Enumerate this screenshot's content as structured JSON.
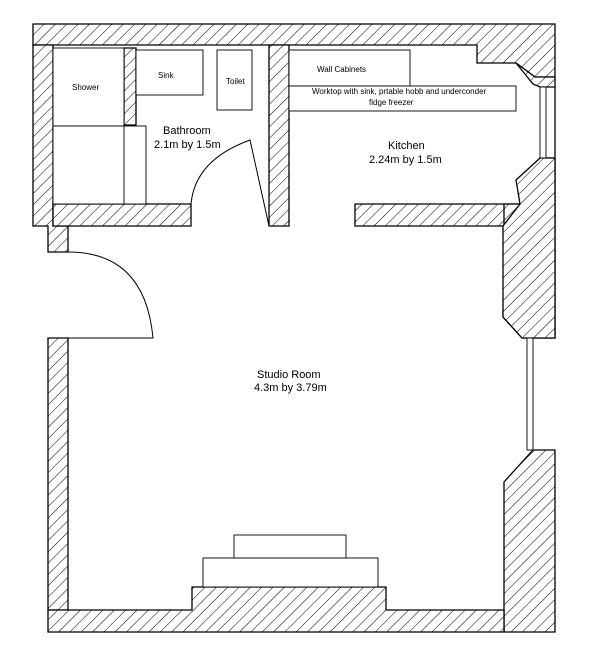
{
  "rooms": {
    "bathroom": {
      "name": "Bathroom",
      "size": "2.1m by 1.5m"
    },
    "kitchen": {
      "name": "Kitchen",
      "size": "2.24m by 1.5m"
    },
    "studio": {
      "name": "Studio Room",
      "size": "4.3m by 3.79m"
    }
  },
  "fixtures": {
    "shower": "Shower",
    "sink": "Sink",
    "toilet": "Toilet",
    "wall_cabinets": "Wall Cabinets",
    "worktop_line1": "Worktop with sink, prtable hobb and underconder",
    "worktop_line2": "fidge freezer"
  }
}
